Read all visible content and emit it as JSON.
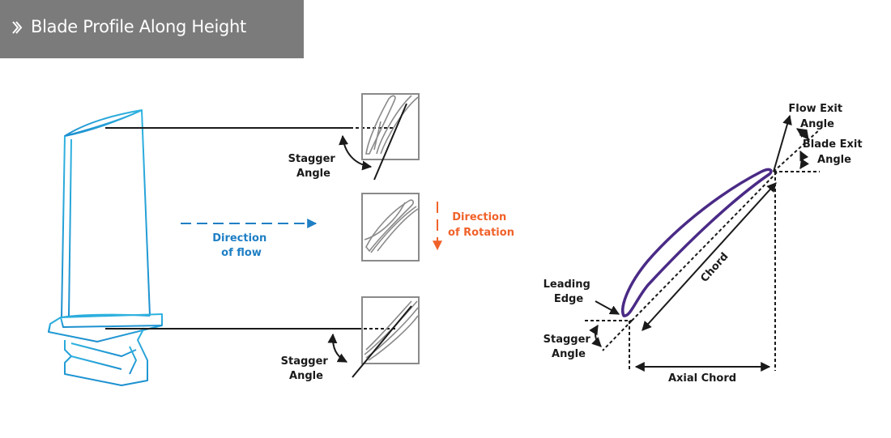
{
  "header": {
    "title": "Blade Profile Along Height"
  },
  "labels": {
    "stagger_top_line1": "Stagger",
    "stagger_top_line2": "Angle",
    "flow_line1": "Direction",
    "flow_line2": "of flow",
    "rotation_line1": "Direction",
    "rotation_line2": "of Rotation",
    "stagger_bottom_line1": "Stagger",
    "stagger_bottom_line2": "Angle",
    "flow_exit_line1": "Flow Exit",
    "flow_exit_line2": "Angle",
    "blade_exit_line1": "Blade Exit",
    "blade_exit_line2": "Angle",
    "leading_edge_line1": "Leading",
    "leading_edge_line2": "Edge",
    "stagger_right_line1": "Stagger",
    "stagger_right_line2": "Angle",
    "chord": "Chord",
    "axial_chord": "Axial Chord"
  },
  "colors": {
    "header_bg": "#7b7b7b",
    "blade_cyan": "#29a3d9",
    "flow_blue": "#1f7fc4",
    "rotation_orange": "#f0622a",
    "airfoil_purple": "#4a2a86",
    "profile_gray": "#8a8a8a"
  }
}
